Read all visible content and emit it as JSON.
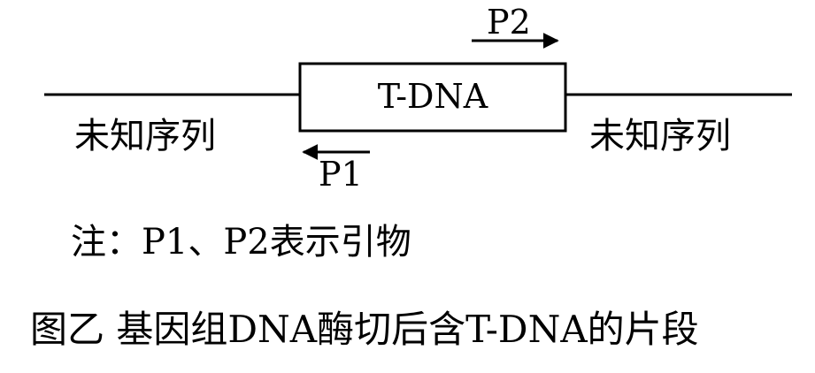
{
  "diagram": {
    "left_sequence_label": "未知序列",
    "right_sequence_label": "未知序列",
    "insert_label": "T-DNA",
    "primer_forward": "P2",
    "primer_reverse": "P1"
  },
  "note": "注：P1、P2表示引物",
  "caption": "图乙 基因组DNA酶切后含T-DNA的片段",
  "colors": {
    "stroke": "#000000",
    "background": "#ffffff"
  }
}
